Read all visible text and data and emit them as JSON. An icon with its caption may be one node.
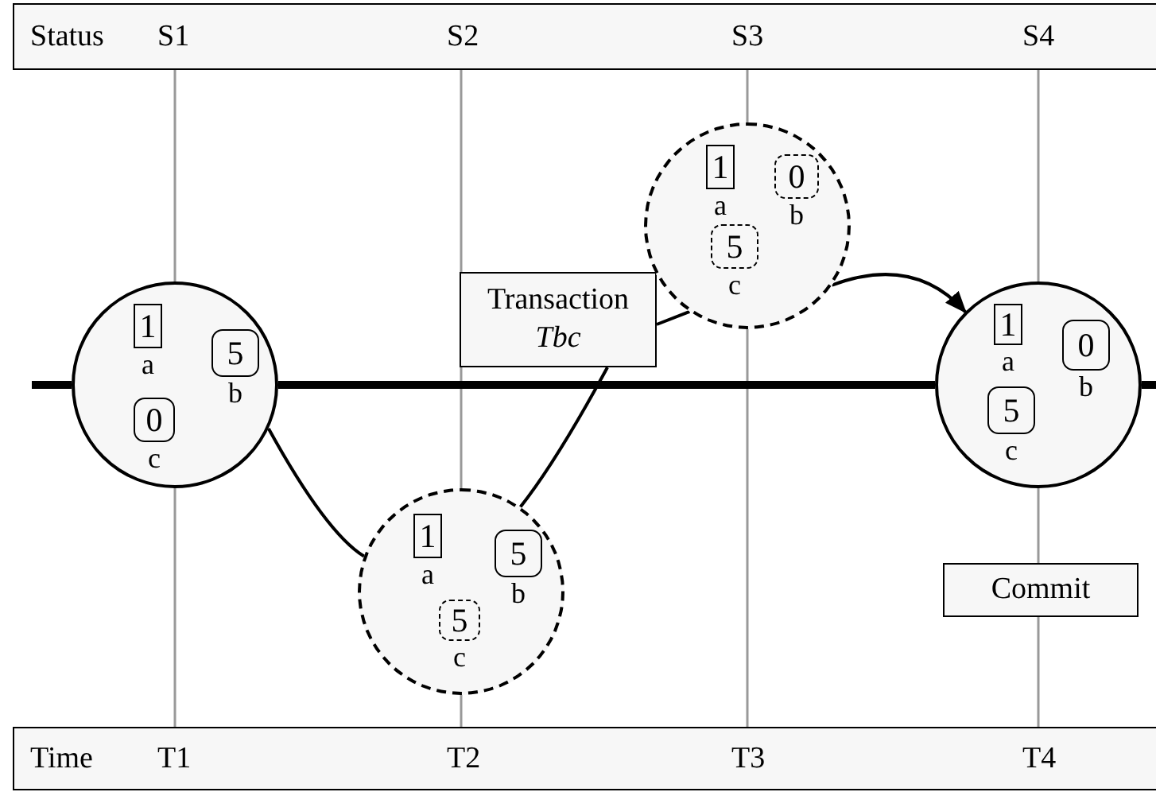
{
  "diagram": {
    "nodes": [
      {
        "text": [
          "Status",
          "S1",
          "S2",
          "S3",
          "S4"
        ]
      },
      {
        "text": [],
        "shape": "circle"
      },
      {
        "text": [
          "1"
        ],
        "beside": [
          "a"
        ],
        "in": 1
      },
      {
        "text": [
          "5"
        ],
        "beside": [
          "b"
        ],
        "in": 1
      },
      {
        "text": [
          "0"
        ],
        "beside": [
          "c"
        ],
        "in": 1
      },
      {
        "text": [],
        "shape": "circle"
      },
      {
        "text": [
          "1"
        ],
        "beside": [
          "a"
        ],
        "in": 5
      },
      {
        "text": [
          "5"
        ],
        "beside": [
          "b"
        ],
        "in": 5
      },
      {
        "text": [
          "5"
        ],
        "beside": [
          "c"
        ],
        "in": 5
      },
      {
        "text": [
          "Transaction *Tbc*"
        ]
      },
      {
        "text": [],
        "shape": "circle"
      },
      {
        "text": [
          "1"
        ],
        "beside": [
          "a"
        ],
        "in": 10
      },
      {
        "text": [
          "0"
        ],
        "beside": [
          "b"
        ],
        "in": 10
      },
      {
        "text": [
          "5"
        ],
        "beside": [
          "c"
        ],
        "in": 10
      },
      {
        "text": [],
        "shape": "circle"
      },
      {
        "text": [
          "1"
        ],
        "beside": [
          "a"
        ],
        "in": 14
      },
      {
        "text": [
          "0"
        ],
        "beside": [
          "b"
        ],
        "in": 14
      },
      {
        "text": [
          "5"
        ],
        "beside": [
          "c"
        ],
        "in": 14
      },
      {
        "text": [
          "Commit"
        ]
      },
      {
        "text": [
          "Time",
          "T1",
          "T2",
          "T3",
          "T4"
        ]
      }
    ],
    "edges": [
      {
        "from": null,
        "to": 1,
        "arrow": "none",
        "style": "thick"
      },
      {
        "from": 1,
        "to": 14,
        "arrow": "none",
        "style": "thick"
      },
      {
        "from": 14,
        "to": null,
        "arrow": "none",
        "style": "thick"
      },
      {
        "from": 1,
        "to": 5,
        "arrow": "none"
      },
      {
        "from": 5,
        "to": 9,
        "arrow": "none"
      },
      {
        "from": 9,
        "to": 10,
        "arrow": "none"
      },
      {
        "from": 10,
        "to": 14,
        "arrow": "to"
      }
    ]
  }
}
